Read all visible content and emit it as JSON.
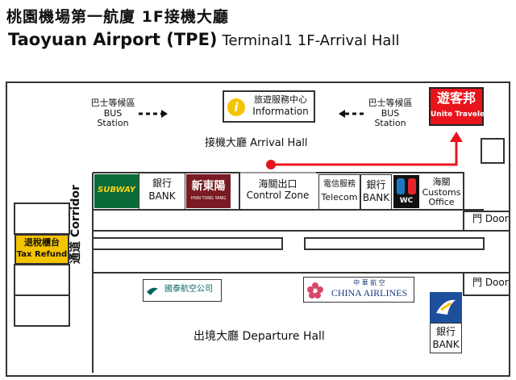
{
  "title": {
    "zh": "桃園機場第一航廈 1F接機大廳",
    "en_main": "Taoyuan Airport (TPE)",
    "en_sub": "Terminal1 1F-Arrival Hall"
  },
  "bus_left": {
    "zh": "巴士等候區",
    "en1": "BUS",
    "en2": "Station"
  },
  "bus_right": {
    "zh": "巴士等候區",
    "en1": "BUS",
    "en2": "Station"
  },
  "info": {
    "zh": "旅遊服務中心",
    "en": "Information"
  },
  "unite": {
    "zh": "遊客邦",
    "en": "Unite Traveler"
  },
  "arrival_hall": "接機大廳 Arrival Hall",
  "subway": "SUBWAY",
  "bank1": {
    "zh": "銀行",
    "en": "BANK"
  },
  "xindongyang": {
    "zh": "新東陽",
    "en": "HSIN TUNG YANG"
  },
  "control": {
    "zh": "海關出口",
    "en": "Control Zone"
  },
  "telecom": {
    "zh": "電信服務",
    "en": "Telecom"
  },
  "bank2": {
    "zh": "銀行",
    "en": "BANK"
  },
  "wc": "WC",
  "customs": {
    "zh": "海關",
    "en1": "Customs",
    "en2": "Office"
  },
  "door1": "門 Door",
  "door2": "門 Door",
  "tax": {
    "zh": "退稅櫃台",
    "en": "Tax Refund"
  },
  "corridor": "通道 Corridor",
  "cathay": "國泰航空公司",
  "china_airlines": {
    "zh": "中 華 航 空",
    "en": "CHINA AIRLINES"
  },
  "bank3": {
    "zh": "銀行",
    "en": "BANK"
  },
  "departure_hall": "出境大廳 Departure Hall",
  "colors": {
    "red": "#e8141c",
    "subway_green": "#0b6a3a",
    "subway_yellow": "#f7d117",
    "xdy": "#7a1a22",
    "tax_yellow": "#f5c400",
    "cathay": "#006564",
    "wc_blue": "#1c78c0",
    "wc_red": "#e4252c",
    "bank_blue": "#1d4f9c"
  }
}
